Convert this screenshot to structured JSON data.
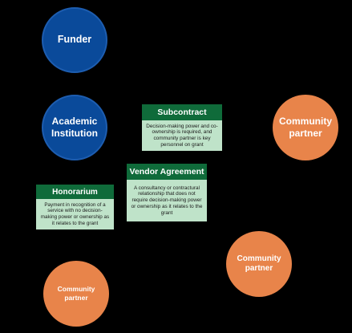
{
  "nodes": {
    "funder": {
      "label": "Funder"
    },
    "academic_institution": {
      "label": "Academic Institution"
    },
    "community_partner_right": {
      "label": "Community partner"
    },
    "community_partner_middle": {
      "label": "Community partner"
    },
    "community_partner_left": {
      "label": "Community partner"
    }
  },
  "relationships": {
    "subcontract": {
      "title": "Subcontract",
      "description": "Decision-making power and co-ownership is required, and community partner is key personnel on grant"
    },
    "vendor_agreement": {
      "title": "Vendor Agreement",
      "description": "A consultancy or contractural relationship that does not require decision-making power or ownership as it relates to the grant"
    },
    "honorarium": {
      "title": "Honorarium",
      "description": "Payment in recognition of a service with no decision-making power or ownership as it relates to the grant"
    }
  },
  "colors": {
    "background": "#000000",
    "institution_blue": "#0a4a9a",
    "partner_orange": "#e8844a",
    "box_header_green": "#0f6b3a",
    "box_body_green": "#bfe3c9"
  }
}
